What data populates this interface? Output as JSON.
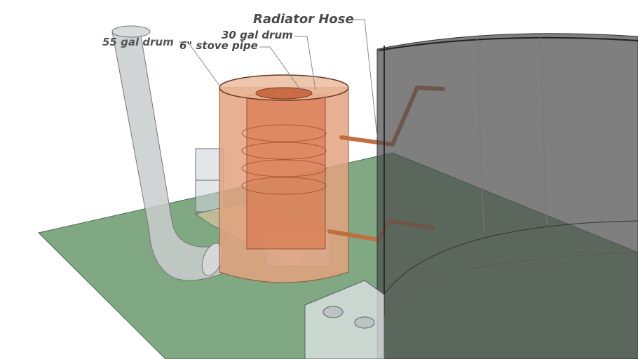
{
  "labels": {
    "drum55": "55 gal drum",
    "stove_pipe": "6\" stove pipe",
    "drum30": "30 gal drum",
    "radiator_hose": "Radiator Hose"
  },
  "colors": {
    "ground": "#7fa883",
    "copper": "#c0703e",
    "drum_orange": "#e0a080",
    "tank": "#5a5a5a",
    "pipe": "#c9cccc"
  }
}
